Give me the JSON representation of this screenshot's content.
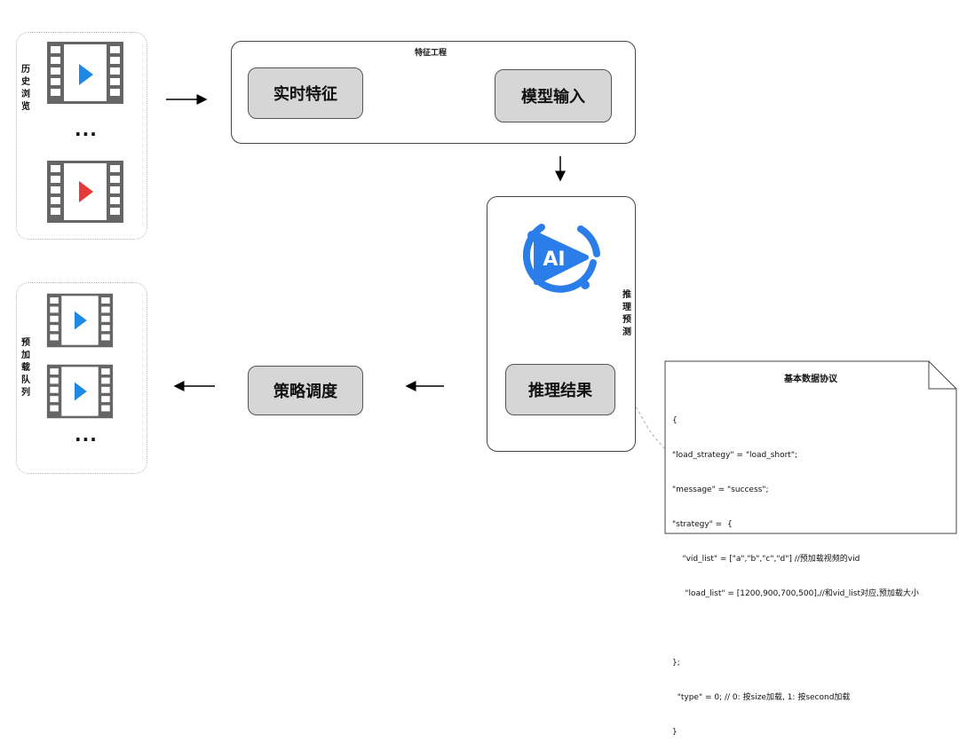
{
  "history": {
    "label": "历史浏览",
    "ellipsis": "...",
    "video_icon_color_1": "#1E88E5",
    "video_icon_color_2": "#E53935"
  },
  "preload_queue": {
    "label": "预加载队列",
    "ellipsis": "...",
    "video_icon_color": "#1E88E5"
  },
  "feature_engineering": {
    "title": "特征工程",
    "realtime_features": "实时特征",
    "model_input": "模型输入"
  },
  "inference": {
    "label": "推理预测",
    "ai_logo_text": "AI",
    "ai_logo_color": "#2B7DE9",
    "result": "推理结果"
  },
  "strategy": {
    "label": "策略调度"
  },
  "protocol_note": {
    "title": "基本数据协议",
    "lines": [
      "{",
      "\"load_strategy\" = \"load_short\";",
      "\"message\" = \"success\";",
      "\"strategy\" =  {",
      "    \"vid_list\" = [\"a\",\"b\",\"c\",\"d\"] //预加载视频的vid",
      "     \"load_list\" = [1200,900,700,500],//和vid_list对应,预加载大小",
      "",
      "};",
      "  \"type\" = 0; // 0: 按size加载, 1: 按second加载",
      "}"
    ]
  }
}
